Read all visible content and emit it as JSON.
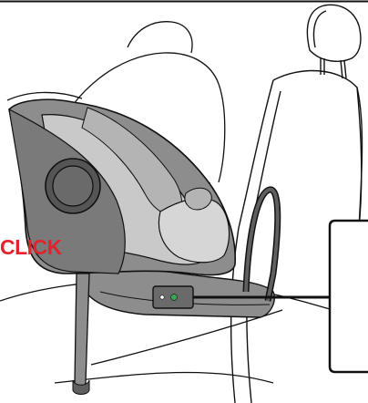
{
  "illustration": {
    "callout_text": "CLICK",
    "colors": {
      "accent": "#e0232e",
      "indicator": "#3aa653",
      "seat_shell": "#8d8d8d",
      "seat_shell_dark": "#5f5f5f",
      "seat_cushion": "#c9c9c9",
      "outline": "#111111",
      "background": "#ffffff"
    },
    "icons": [
      "car-seat-illustration",
      "vehicle-seat-outline",
      "isofix-indicator-icon",
      "callout-box"
    ]
  }
}
